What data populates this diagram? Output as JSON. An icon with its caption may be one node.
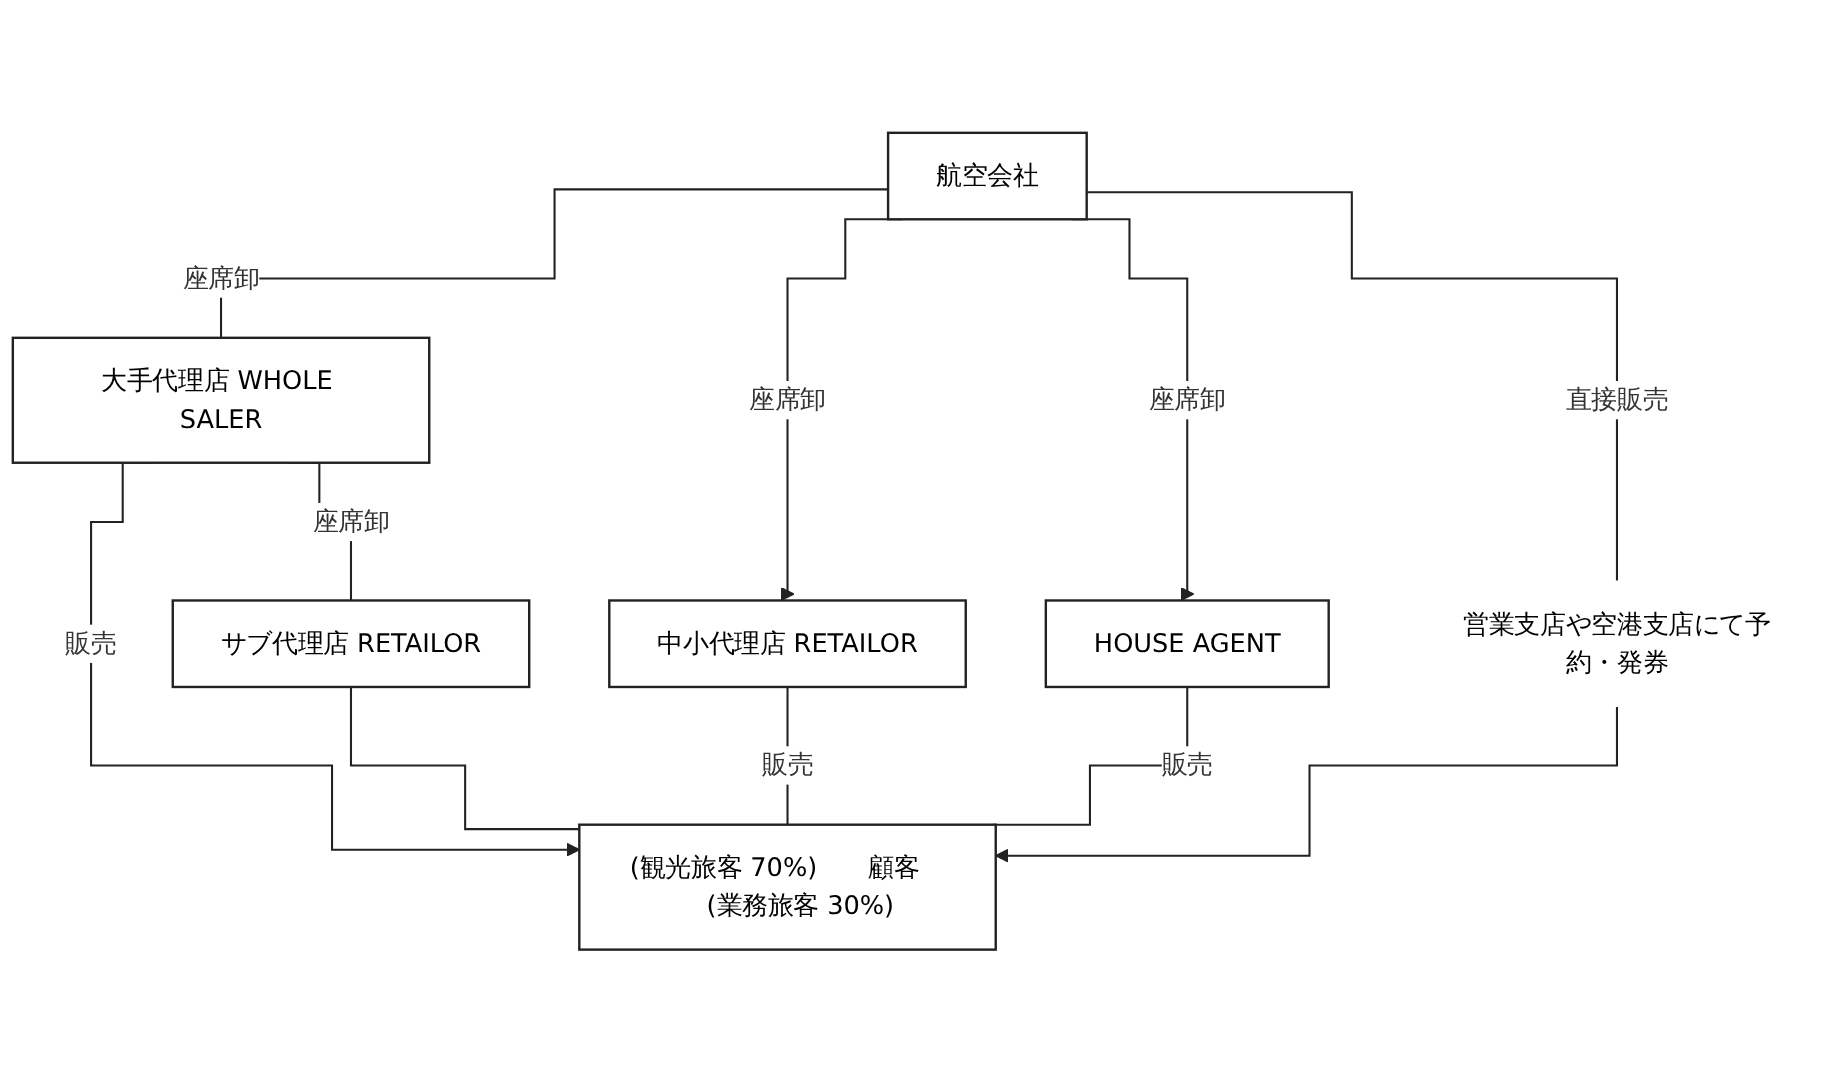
{
  "diagram": {
    "nodes": [
      {
        "text": [
          "航空会社"
        ]
      },
      {
        "text": [
          "大手代理店 WHOLE SALER"
        ]
      },
      {
        "text": [
          "中小代理店 RETAILOR"
        ]
      },
      {
        "text": [
          "HOUSE AGENT"
        ]
      },
      {
        "text": [
          "営業支店や空港支店にて予約・発券"
        ]
      },
      {
        "text": [
          "サブ代理店 RETAILOR"
        ]
      },
      {
        "text": [
          "(観光旅客 70%)",
          "顧客",
          "(業務旅客 30%)"
        ]
      }
    ],
    "edges": [
      {
        "from": 0,
        "to": 1,
        "arrow": "none",
        "label": "座席卸"
      },
      {
        "from": 0,
        "to": 2,
        "arrow": "to",
        "label": "座席卸"
      },
      {
        "from": 0,
        "to": 3,
        "arrow": "to",
        "label": "座席卸"
      },
      {
        "from": 0,
        "to": 4,
        "arrow": "none",
        "label": "直接販売"
      },
      {
        "from": 1,
        "to": 5,
        "arrow": "none",
        "label": "座席卸"
      },
      {
        "from": 1,
        "to": 6,
        "arrow": "to",
        "label": "販売"
      },
      {
        "from": 5,
        "to": 6,
        "arrow": "none"
      },
      {
        "from": 2,
        "to": 6,
        "arrow": "none",
        "label": "販売"
      },
      {
        "from": 3,
        "to": 6,
        "arrow": "none",
        "label": "販売"
      },
      {
        "from": 4,
        "to": 6,
        "arrow": "to"
      }
    ]
  }
}
